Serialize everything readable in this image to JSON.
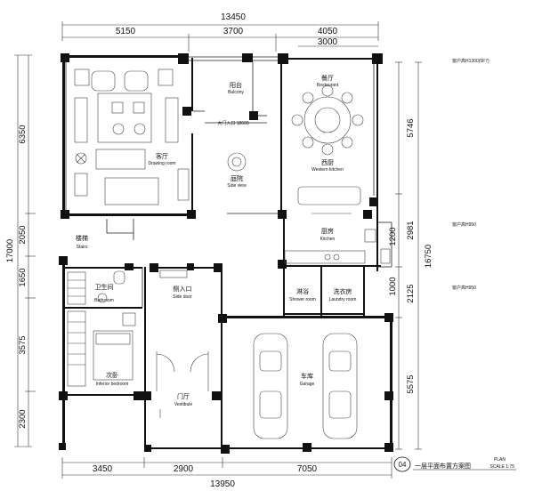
{
  "dimensions": {
    "top_overall": "13450",
    "top_segments": [
      "5150",
      "3700",
      "4050"
    ],
    "top_inner": "3000",
    "bottom_overall": "13950",
    "bottom_segments": [
      "3450",
      "2900",
      "7050"
    ],
    "left_overall": "17000",
    "left_segments": [
      "6350",
      "2050",
      "1650",
      "3575",
      "2300"
    ],
    "right_segments": [
      "5746",
      "2981",
      "1200",
      "1000",
      "2125",
      "5575"
    ],
    "right_overall": "16750"
  },
  "rooms": [
    {
      "zh": "阳台",
      "en": "Balcony"
    },
    {
      "zh": "客厅",
      "en": "Drawing room"
    },
    {
      "zh": "餐厅",
      "en": "Restaurant"
    },
    {
      "zh": "西厨",
      "en": "Western kitchen"
    },
    {
      "zh": "楼梯",
      "en": "Stairs"
    },
    {
      "zh": "厨房",
      "en": "Kitchen"
    },
    {
      "zh": "卫生间",
      "en": "Bathroom"
    },
    {
      "zh": "淋浴",
      "en": "Shower room"
    },
    {
      "zh": "洗衣房",
      "en": "Laundry room"
    },
    {
      "zh": "侧入口",
      "en": "Side door"
    },
    {
      "zh": "次卧",
      "en": "Inferior bedroom"
    },
    {
      "zh": "门厅",
      "en": "Vestibule"
    },
    {
      "zh": "车库",
      "en": "Garage"
    },
    {
      "zh": "庭院",
      "en": "Side view"
    }
  ],
  "annotations": {
    "door_note": "大门入口 18600",
    "window_notes": [
      "窗户高H1300(5F7)",
      "窗户高H950",
      "窗户高H950"
    ]
  },
  "title_block": {
    "number": "04",
    "title": "一层平面布置方案图",
    "plan_label": "PLAN",
    "scale": "SCALE 1:75"
  }
}
